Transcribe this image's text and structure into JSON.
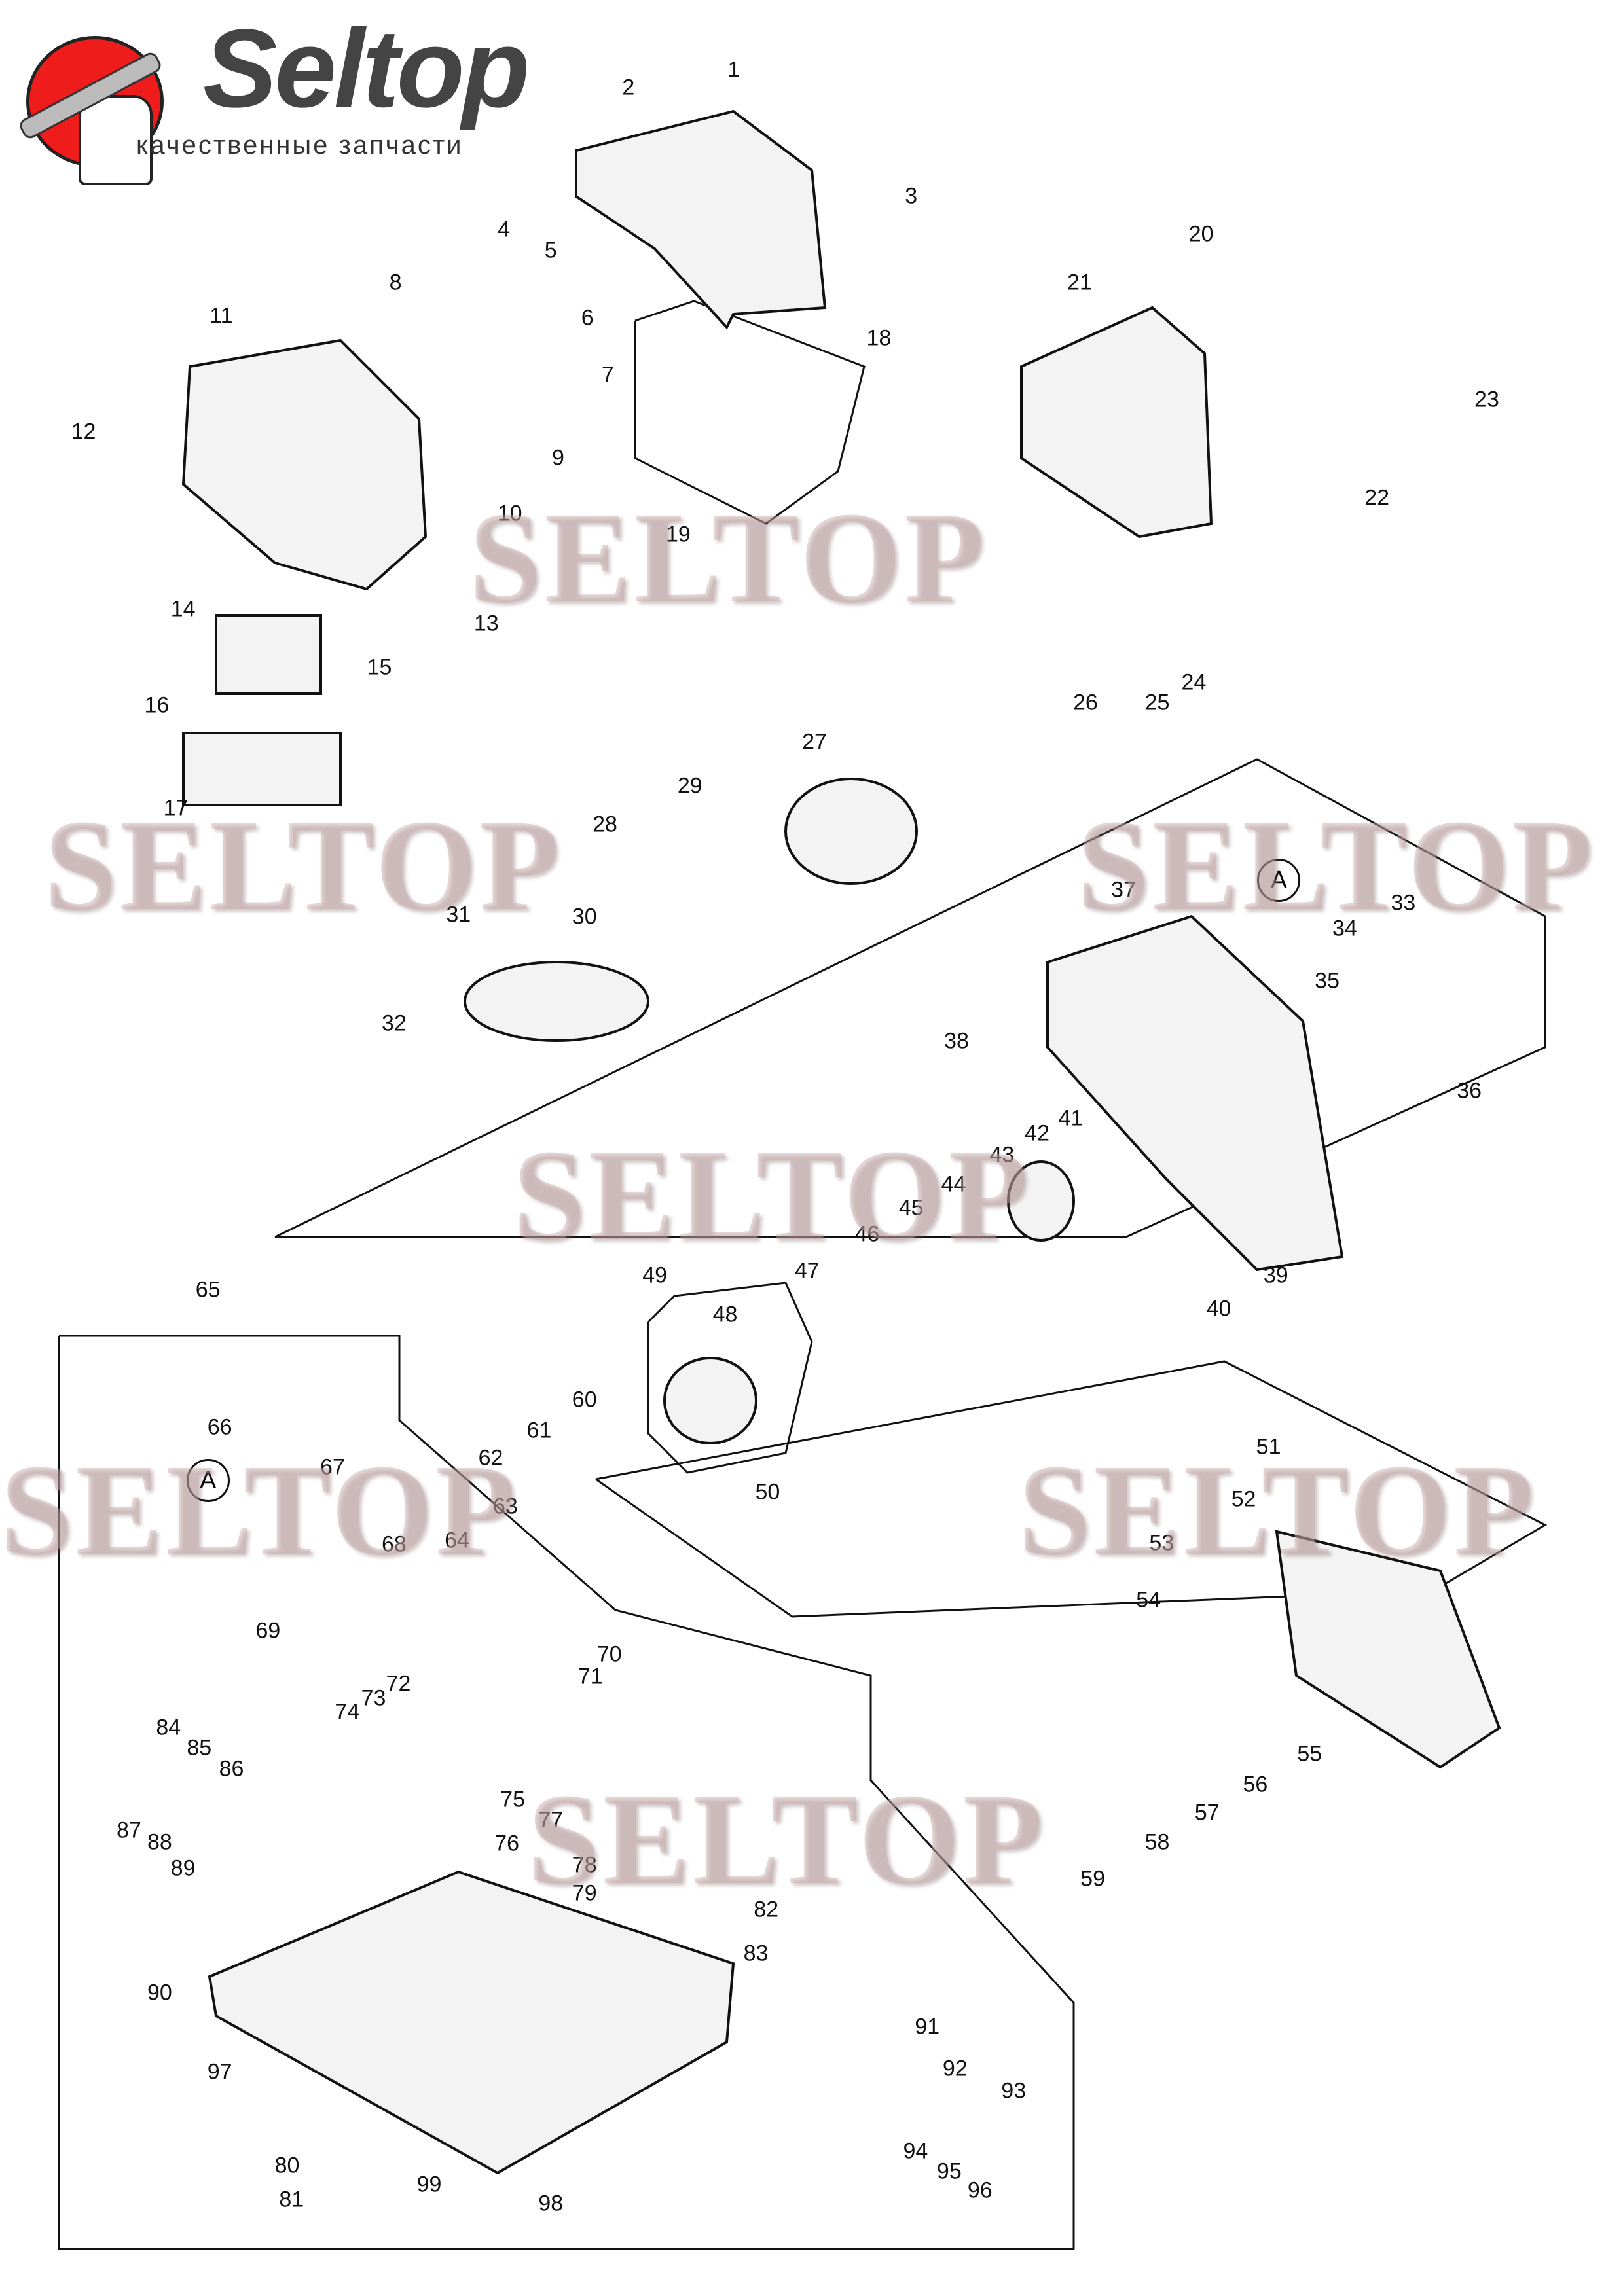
{
  "logo": {
    "brand": "Seltop",
    "tagline": "качественные запчасти",
    "accent_color": "#ef1c1c"
  },
  "watermark": "SELTOP",
  "callouts": [
    "1",
    "2",
    "3",
    "4",
    "5",
    "6",
    "7",
    "8",
    "9",
    "10",
    "11",
    "12",
    "13",
    "14",
    "15",
    "16",
    "17",
    "18",
    "19",
    "20",
    "21",
    "22",
    "23",
    "24",
    "25",
    "26",
    "27",
    "28",
    "29",
    "30",
    "31",
    "32",
    "33",
    "34",
    "35",
    "36",
    "37",
    "38",
    "39",
    "40",
    "41",
    "42",
    "43",
    "44",
    "45",
    "46",
    "47",
    "48",
    "49",
    "50",
    "51",
    "52",
    "53",
    "54",
    "55",
    "56",
    "57",
    "58",
    "59",
    "60",
    "61",
    "62",
    "63",
    "64",
    "65",
    "66",
    "67",
    "68",
    "69",
    "70",
    "71",
    "72",
    "73",
    "74",
    "75",
    "76",
    "77",
    "78",
    "79",
    "80",
    "81",
    "82",
    "83",
    "84",
    "85",
    "86",
    "87",
    "88",
    "89",
    "90",
    "91",
    "92",
    "93",
    "94",
    "95",
    "96",
    "97",
    "98",
    "99"
  ],
  "reference_marks": [
    "A",
    "A"
  ]
}
